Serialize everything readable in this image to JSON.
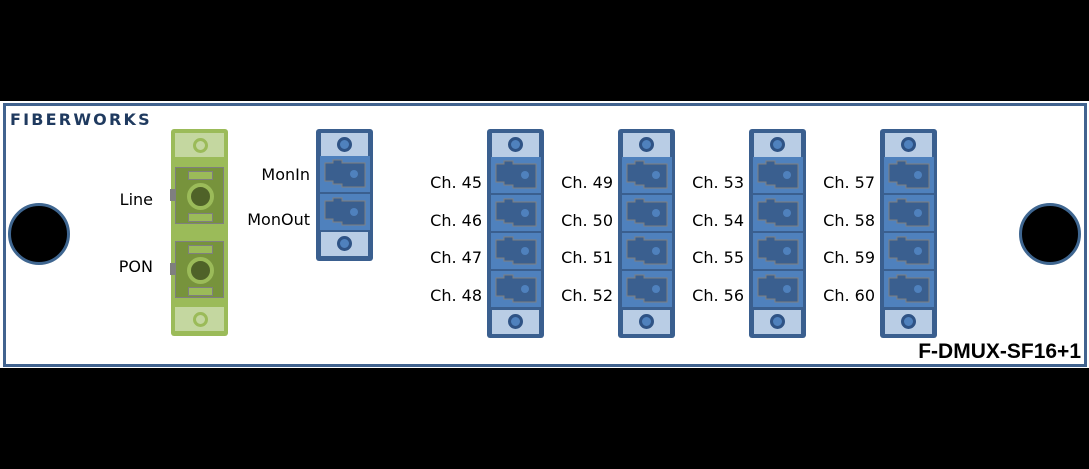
{
  "brand": {
    "logo": "FIBERWORKS"
  },
  "model": "F-DMUX-SF16+1",
  "colors": {
    "panel_border": "#41638f",
    "module_blue": "#3a5f8f",
    "port_blue": "#4f81bd",
    "module_green": "#9bbb59"
  },
  "common_module": {
    "ports": [
      {
        "label": "Line"
      },
      {
        "label": "PON"
      }
    ]
  },
  "monitor_module": {
    "ports": [
      {
        "label": "MonIn"
      },
      {
        "label": "MonOut"
      }
    ]
  },
  "channel_modules": [
    {
      "ports": [
        {
          "label": "Ch. 45"
        },
        {
          "label": "Ch. 46"
        },
        {
          "label": "Ch. 47"
        },
        {
          "label": "Ch. 48"
        }
      ]
    },
    {
      "ports": [
        {
          "label": "Ch. 49"
        },
        {
          "label": "Ch. 50"
        },
        {
          "label": "Ch. 51"
        },
        {
          "label": "Ch. 52"
        }
      ]
    },
    {
      "ports": [
        {
          "label": "Ch. 53"
        },
        {
          "label": "Ch. 54"
        },
        {
          "label": "Ch. 55"
        },
        {
          "label": "Ch. 56"
        }
      ]
    },
    {
      "ports": [
        {
          "label": "Ch. 57"
        },
        {
          "label": "Ch. 58"
        },
        {
          "label": "Ch. 59"
        },
        {
          "label": "Ch. 60"
        }
      ]
    }
  ]
}
